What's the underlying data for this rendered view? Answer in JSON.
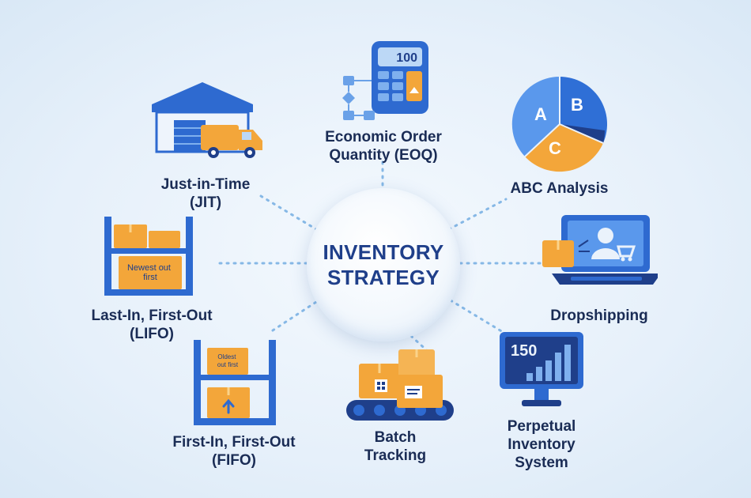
{
  "hub": {
    "line1": "INVENTORY",
    "line2": "STRATEGY"
  },
  "nodes": {
    "jit": {
      "label": "Just-in-Time\n(JIT)"
    },
    "eoq": {
      "label": "Economic Order\nQuantity (EOQ)",
      "display": "100"
    },
    "abc": {
      "label": "ABC Analysis",
      "slices": [
        "A",
        "B",
        "C"
      ]
    },
    "lifo": {
      "label": "Last-In, First-Out\n(LIFO)",
      "box_text": "Newest out\nfirst"
    },
    "dropshipping": {
      "label": "Dropshipping"
    },
    "fifo": {
      "label": "First-In, First-Out\n(FIFO)",
      "box_text": "Oldest\nout first"
    },
    "batch": {
      "label": "Batch\nTracking"
    },
    "perpetual": {
      "label": "Perpetual\nInventory\nSystem",
      "display": "150"
    }
  },
  "colors": {
    "navy": "#1f3f8a",
    "blue": "#2f6fd6",
    "light_blue": "#7fb0ee",
    "orange": "#f3a63a",
    "connector": "#86b8e6"
  }
}
